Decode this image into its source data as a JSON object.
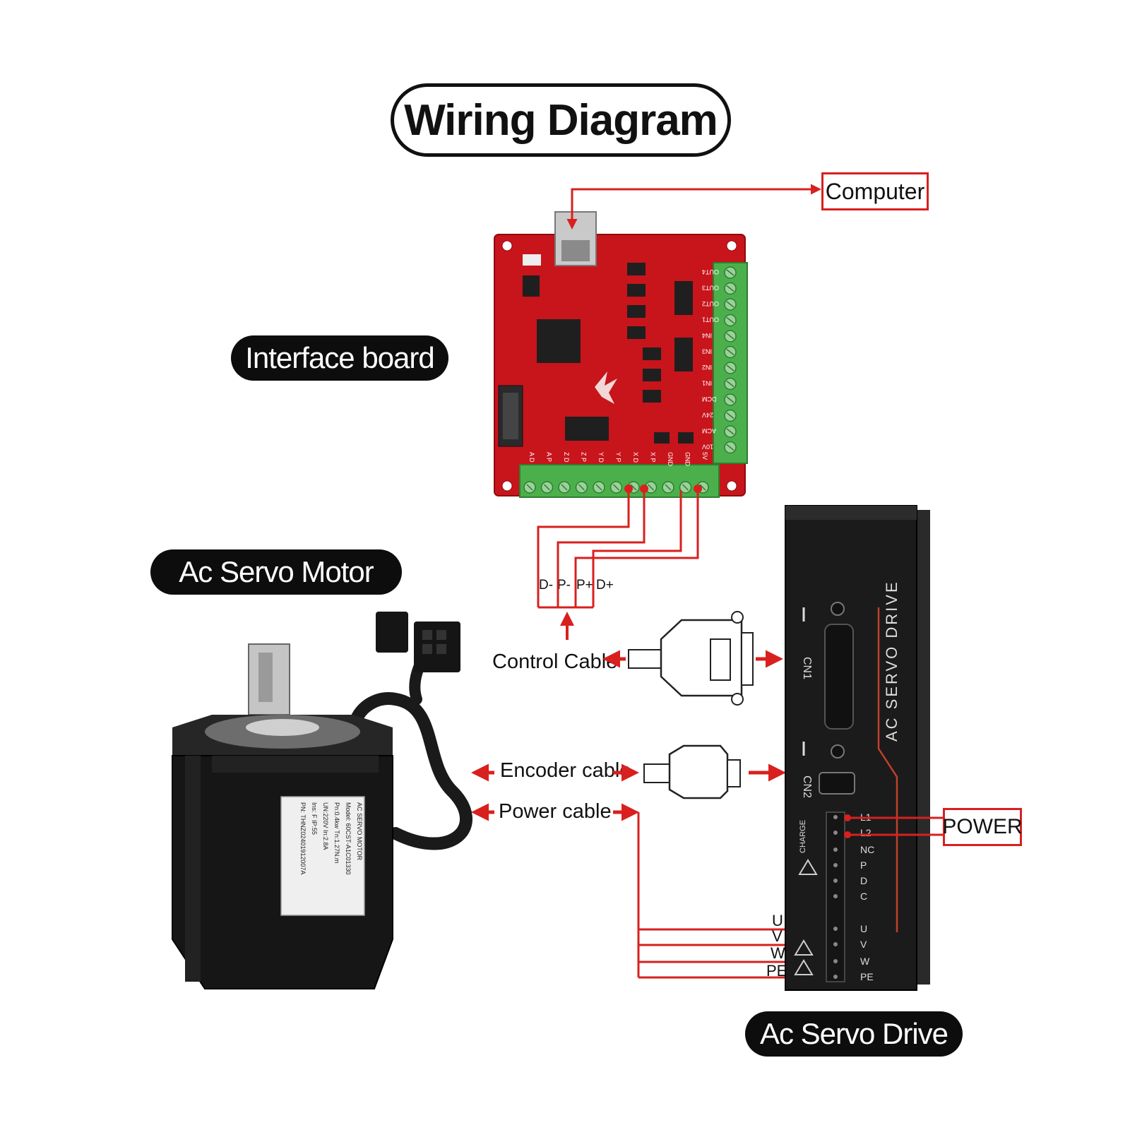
{
  "title": "Wiring Diagram",
  "labels": {
    "interface_board": "Interface board",
    "servo_motor": "Ac Servo Motor",
    "servo_drive": "Ac Servo Drive",
    "computer": "Computer",
    "power": "POWER",
    "control_cable": "Control Cable",
    "encoder_cable": "Encoder cable",
    "power_cable": "Power cable"
  },
  "signal_pins": [
    "D-",
    "P-",
    "P+",
    "D+"
  ],
  "motor_phases": [
    "U",
    "V",
    "W",
    "PE"
  ],
  "board": {
    "side_terminals": [
      "OUT4",
      "OUT3",
      "OUT2",
      "OUT1",
      "IN4",
      "IN3",
      "IN2",
      "IN1",
      "DCM",
      "24V",
      "ACM",
      "10V"
    ],
    "bottom_terminals": [
      "A D",
      "A P",
      "Z D",
      "Z P",
      "Y D",
      "Y P",
      "X D",
      "X P",
      "GND",
      "GND",
      "5V"
    ]
  },
  "motor_nameplate": {
    "heading": "AC SERVO MOTOR",
    "model": "Model: 60CST-A1C01330",
    "lines": [
      "Pn:0.4kw  Tn:1.27N.m",
      "UN:220V  In:2.8A",
      "Ins: F  IP:55",
      "PN: THNZ02401912007A"
    ]
  },
  "drive": {
    "brand_text": "AC SERVO DRIVE",
    "cn1": "CN1",
    "cn2": "CN2",
    "charge": "CHARGE",
    "power_terminals": [
      "L1",
      "L2",
      "NC",
      "P",
      "D",
      "C",
      "U",
      "V",
      "W",
      "PE"
    ]
  },
  "colors": {
    "wire_red": "#d8201f",
    "board_red": "#c8141b",
    "terminal_green": "#4bb04b",
    "drive_body": "#1b1b1b"
  }
}
